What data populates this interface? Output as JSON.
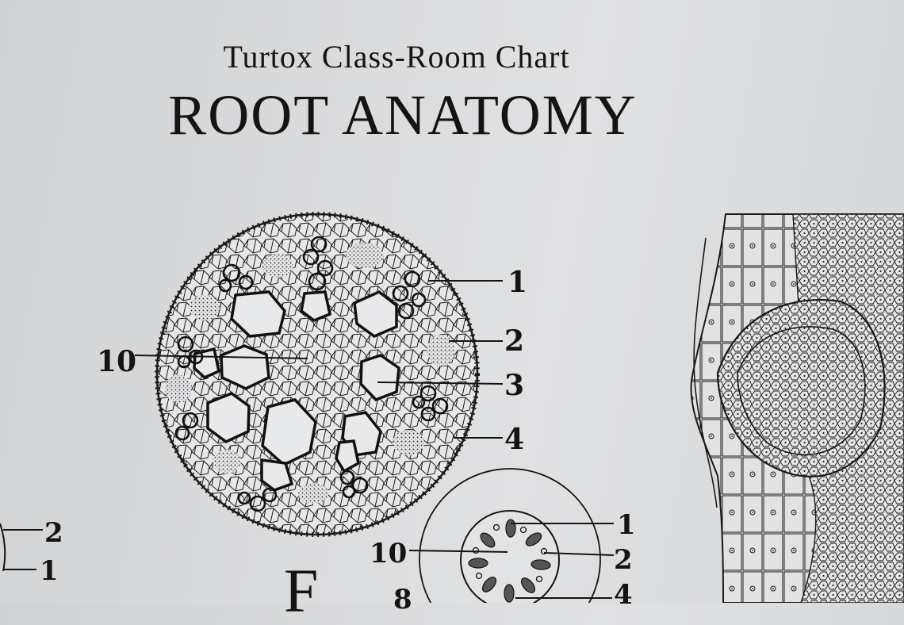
{
  "header": {
    "subtitle": "Turtox Class-Room Chart",
    "title": "ROOT ANATOMY"
  },
  "figures": {
    "main_cross_section": {
      "labels": [
        "1",
        "2",
        "3",
        "4",
        "10"
      ]
    },
    "small_cross_section": {
      "labels": [
        "1",
        "2",
        "4",
        "10",
        "8"
      ]
    },
    "left_partial": {
      "labels": [
        "2",
        "1"
      ]
    },
    "figure_letter": "F"
  }
}
